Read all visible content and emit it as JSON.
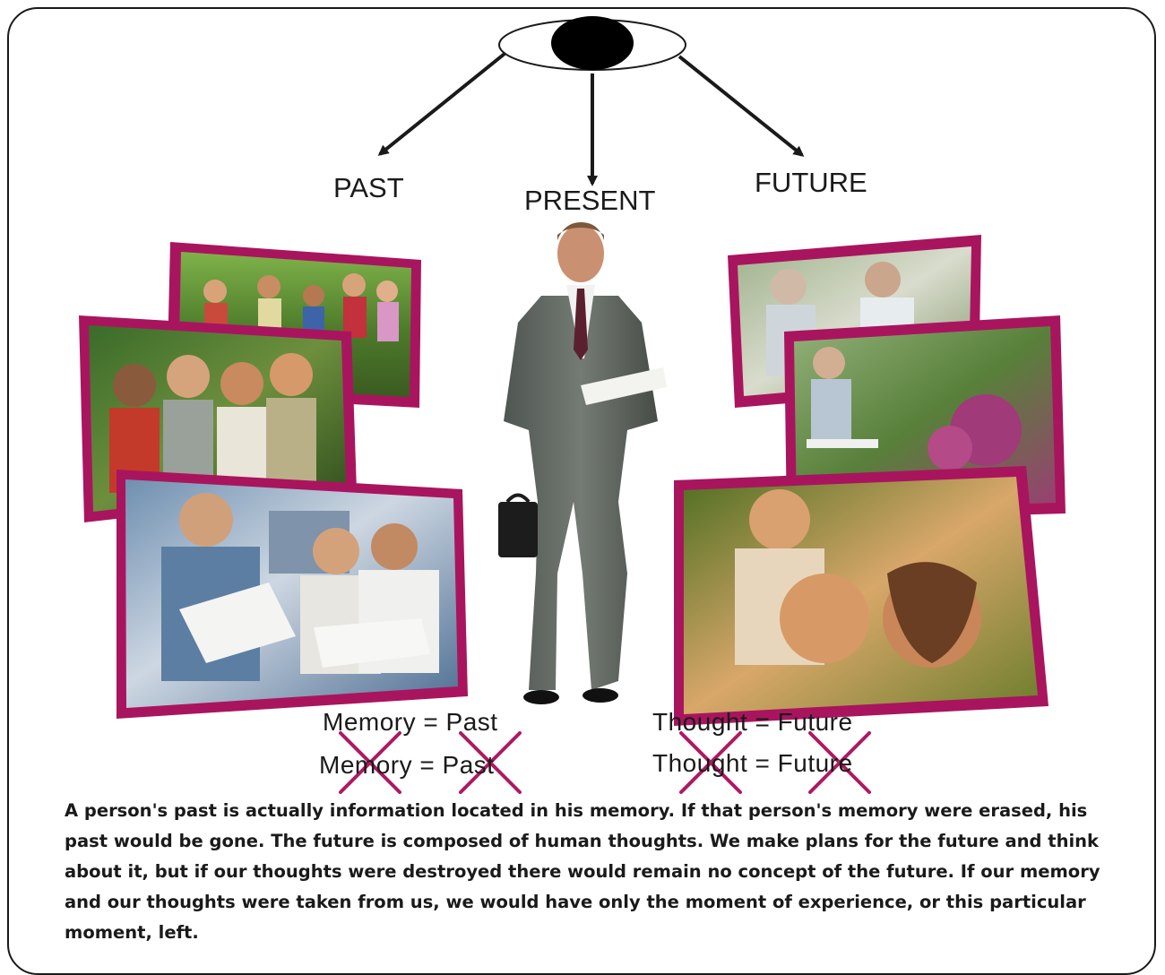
{
  "labels": {
    "past": "PAST",
    "present": "PRESENT",
    "future": "FUTURE"
  },
  "equations": {
    "memory_past": "Memory = Past",
    "memory_past_crossed": "Memory = Past",
    "thought_future": "Thought = Future",
    "thought_future_crossed": "Thought = Future"
  },
  "caption": "A person's past is actually information located in his memory. If that person's memory were erased, his past would be gone. The future is composed of human thoughts. We make plans for the future and think about it, but if our thoughts were destroyed there would remain no concept of the future. If our memory and our thoughts were taken from us, we would have only the moment of experience, or this particular moment, left.",
  "colors": {
    "photo_frame": "#a8155e",
    "cross_mark": "#b0195f",
    "arrow": "#1a1a1a",
    "text": "#1a1a1a"
  },
  "icons": {
    "eye": "eye-icon"
  },
  "photos": {
    "past": [
      "group-of-children-photo",
      "group-of-teenagers-photo",
      "office-colleagues-photo"
    ],
    "present": "businessman-walking-photo",
    "future": [
      "elderly-couple-photo",
      "elderly-man-in-garden-photo",
      "parent-and-child-photo"
    ]
  }
}
